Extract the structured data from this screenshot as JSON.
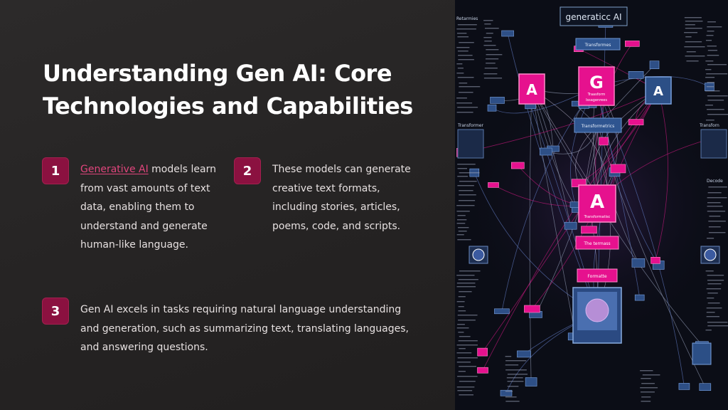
{
  "slide": {
    "title": "Understanding Gen AI: Core Technologies and Capabilities",
    "points": [
      {
        "number": "1",
        "link_text": "Generative AI",
        "text": " models learn from vast amounts of text data, enabling them to understand and generate human-like language."
      },
      {
        "number": "2",
        "text": "These models can generate creative text formats, including stories, articles, poems, code, and scripts."
      },
      {
        "number": "3",
        "text": "Gen AI excels in tasks requiring natural language understanding and generation, such as summarizing text, translating languages, and answering questions."
      }
    ]
  },
  "illustration": {
    "header_label": "generaticc AI",
    "node_letters": [
      "G",
      "A",
      "A",
      "A"
    ],
    "labels": {
      "g_box": "Traasform",
      "g_box_sub": "Issagenrees",
      "top_blue": "Transformes",
      "mid_blue": "Transformetrics",
      "center_sub": "Transformatisc",
      "pink_label_1": "The termass",
      "pink_label_2": "Formatte",
      "left_edge": "Transformer",
      "right_edge": "Transforn",
      "right_mid": "Decode",
      "corner": "Retarmies"
    }
  },
  "colors": {
    "background": "#262424",
    "badge": "#8b1140",
    "link": "#e0457c",
    "accent_pink": "#e6118e",
    "accent_blue": "#3a5f9e",
    "panel_bg": "#0b0d16"
  }
}
